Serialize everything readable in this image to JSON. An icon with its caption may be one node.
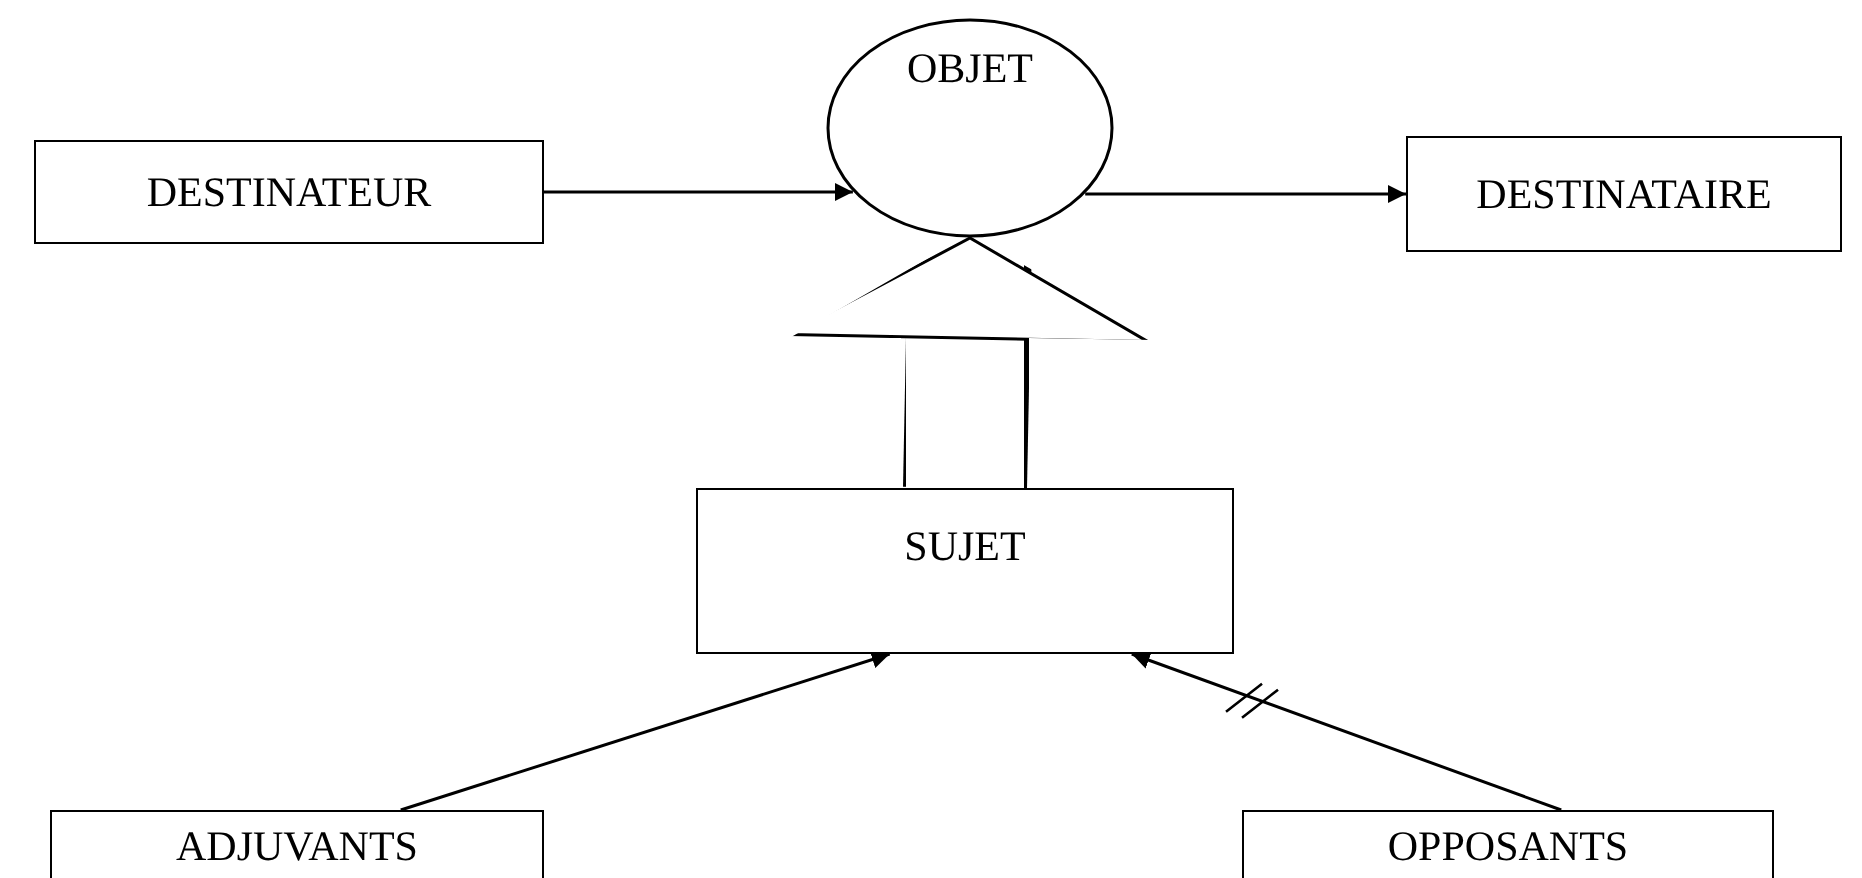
{
  "diagram": {
    "nodes": [
      {
        "text": [
          "DESTINATEUR"
        ]
      },
      {
        "text": [
          "OBJET"
        ]
      },
      {
        "text": [
          "DESTINATAIRE"
        ]
      },
      {
        "text": [
          "SUJET"
        ]
      },
      {
        "text": [
          "ADJUVANTS"
        ]
      },
      {
        "text": [
          "OPPOSANTS"
        ]
      }
    ],
    "edges": [
      {
        "from": 0,
        "to": 1,
        "arrow": "to"
      },
      {
        "from": 1,
        "to": 2,
        "arrow": "to"
      },
      {
        "from": 3,
        "to": 1,
        "arrow": "to",
        "style": "thick"
      },
      {
        "from": 4,
        "to": 3,
        "arrow": "to"
      },
      {
        "from": 5,
        "to": 3,
        "arrow": "to"
      }
    ]
  }
}
